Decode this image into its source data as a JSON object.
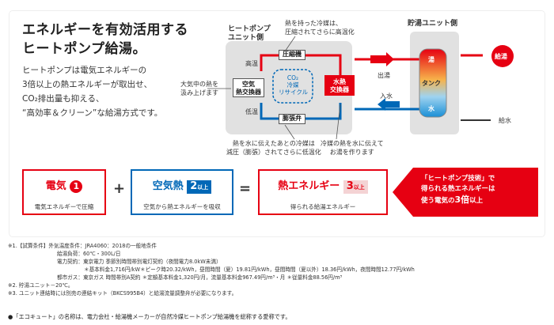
{
  "headline": {
    "line1": "エネルギーを有効活用する",
    "line2": "ヒートポンプ給湯。"
  },
  "intro": {
    "line1": "ヒートポンプは電気エネルギーの",
    "line2": "3倍以上の熱エネルギーが取出せ、",
    "line3": "CO₂排出量も抑える、",
    "line4": "“高効率＆クリーン”な給湯方式です。"
  },
  "diagram": {
    "heatpump_unit_label": "ヒートポンプ\nユニット側",
    "storage_unit_label": "貯湯ユニット側",
    "compressor": "圧縮機",
    "air_hx": "空気\n熱交換器",
    "water_hx": "水熱\n交換器",
    "expansion_valve": "膨張弁",
    "co2_loop": "CO₂\n冷媒\nリサイクル",
    "high_temp": "高温",
    "low_temp": "低温",
    "note_top": "熱を持った冷媒は、\n圧縮されてさらに高温化",
    "note_air": "大気中の熱を\n汲み上げます",
    "note_bottom": "熱を水に伝えたあとの冷媒は\n減圧（膨張）されてさらに低温化",
    "note_water": "冷媒の熱を水に伝えて\nお湯を作ります",
    "hot_out": "出湯",
    "water_in": "入水",
    "tank_hot": "湯",
    "tank_mid": "タンク",
    "tank_water": "水",
    "supply_hot": "給湯",
    "supply_water": "給水"
  },
  "equation": {
    "electric_title": "電気",
    "electric_num": "1",
    "electric_sub": "電気エネルギーで圧縮",
    "plus": "+",
    "air_title": "空気熱",
    "air_num": "2",
    "air_suffix": "以上",
    "air_sub": "空気から熱エネルギーを吸収",
    "equals": "=",
    "heat_title": "熱エネルギー",
    "heat_num": "3",
    "heat_suffix": "以上",
    "heat_sub": "得られる給湯エネルギー",
    "callout_line1": "「ヒートポンプ技術」で",
    "callout_line2": "得られる熱エネルギーは",
    "callout_line3a": "使う電気の",
    "callout_line3b": "3倍",
    "callout_line3c": "以上"
  },
  "notes": {
    "n1": "※1.【試算条件】外気温度条件：JRA4060：2018の一般地条件",
    "n1b": "給湯負荷：60℃・300L/日",
    "n1c": "電力契約：東京電力 季節別時間帯別電灯契約（夜間電力8.0kW未満）",
    "n1d": "＊基本料金1,716円/kW＊ピーク時20.32/kWh，昼間時間（夏）19.81円/kWh，昼間時間（夏以外）18.36円/kWh，夜間時間12.77円/kWh",
    "n1e": "都市ガス：東京ガス 時間帯別A契約 ＊定額基本料金1,320円/月，流量基本料金967.49円/m³・月 ＊従量料金88.56円/m³",
    "n2": "※2. 貯湯ユニット－20℃。",
    "n3": "※3. ユニット連結時には別売の連結キット（BKCS995B4）と給湯流量調整弁が必要になります。",
    "footnote": "●「エコキュート」の名称は、電力会社・給湯機メーカーが自然冷媒ヒートポンプ給湯機を総称する愛称です。"
  },
  "colors": {
    "red": "#e60012",
    "blue": "#0068b7",
    "pink_bg": "#f4d3d4",
    "grey_bg": "#e1e1e1"
  }
}
